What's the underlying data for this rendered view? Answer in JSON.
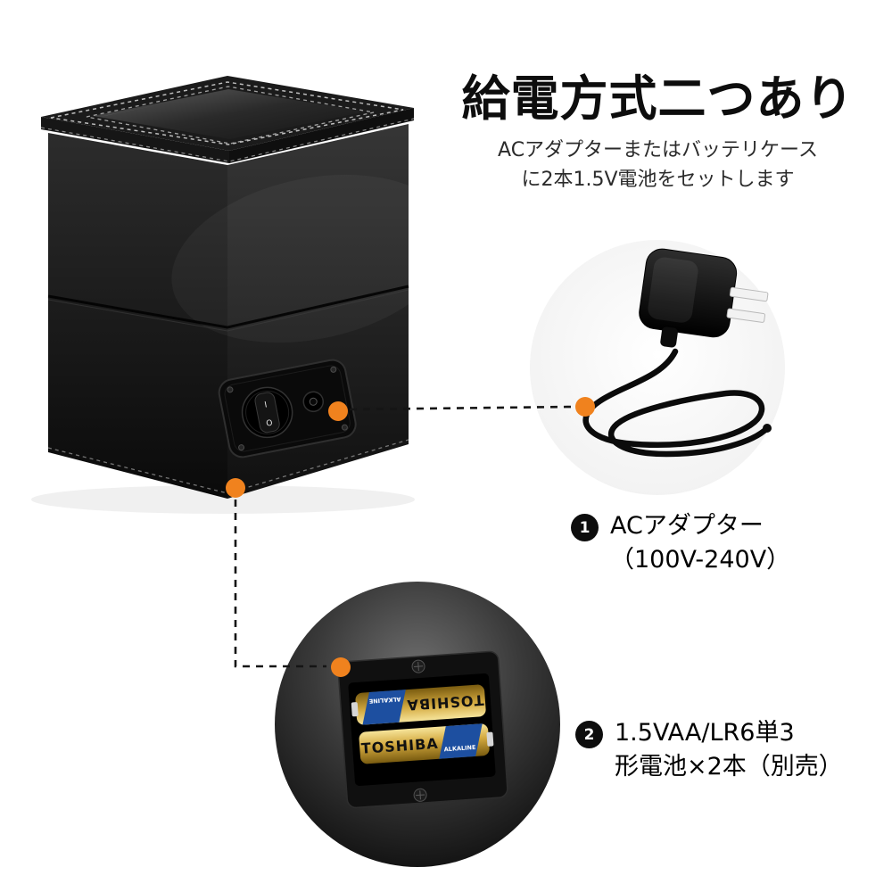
{
  "header": {
    "title": "給電方式二つあり",
    "subtitle_line1": "ACアダプターまたはバッテリケース",
    "subtitle_line2": "に2本1.5V電池をセットします"
  },
  "callouts": [
    {
      "number": "1",
      "label": "ACアダプター",
      "sublabel": "（100V-240V）"
    },
    {
      "number": "2",
      "label": "1.5VAA/LR6単3",
      "sublabel": "形電池×2本（別売）"
    }
  ],
  "product": {
    "switch_label_on": "I",
    "switch_label_off": "O",
    "battery_brand": "TOSHIBA",
    "battery_type": "ALKALINE"
  },
  "colors": {
    "accent_orange": "#F0821E",
    "box_black": "#141414",
    "text_black": "#0d0d0d",
    "battery_gold": "#D3A93F",
    "battery_blue": "#1D4FA0"
  }
}
